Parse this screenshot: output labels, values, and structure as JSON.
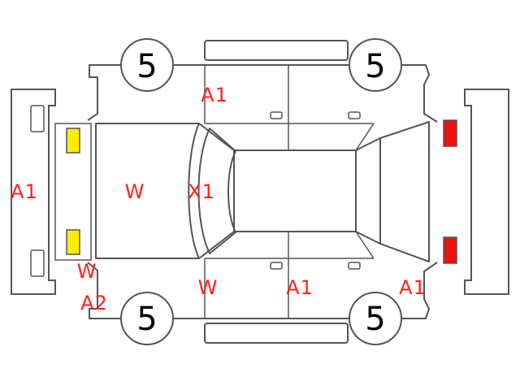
{
  "tires": {
    "front_top": "5",
    "rear_top": "5",
    "front_bottom": "5",
    "rear_bottom": "5"
  },
  "marks": {
    "front_bumper": "A1",
    "hood": "W",
    "windshield": "X1",
    "front_left_fender": "A1",
    "front_right_fender": "W",
    "front_right_corner": "W",
    "front_right_lower": "A2",
    "rear_right_door": "A1",
    "rear_right_quarter": "A1"
  },
  "colors": {
    "mark_text": "#ff2020",
    "front_lights": "#ffee00",
    "rear_lights": "#ee1111",
    "outline": "#555555"
  }
}
